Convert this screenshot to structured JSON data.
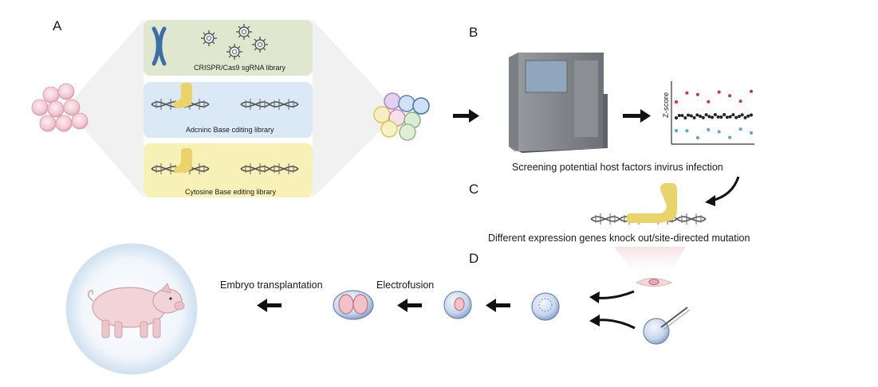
{
  "panels": {
    "a": "A",
    "b": "B",
    "c": "C",
    "d": "D"
  },
  "libraries": {
    "crispr": "CRISPR/Cas9 sgRNA library",
    "adenine": "Adcninc Base cditing library",
    "cytosine": "Cytosine Base editing library"
  },
  "screening": {
    "caption": "Screening potential host factors invirus infection",
    "axis_label": "Z-score"
  },
  "editing": {
    "caption": "Different expression genes knock out/site-directed mutation"
  },
  "pipeline": {
    "electrofusion": "Electrofusion",
    "embryo_transplantation": "Embryo transplantation"
  },
  "colors": {
    "crispr_box": "#dfe8cf",
    "adenine_box": "#dbe8f5",
    "cytosine_box": "#f7f1b8",
    "enzyme": "#ead46a",
    "cell_pink": "#f2c9d3",
    "arrow": "#111111",
    "dot_red": "#c8333f",
    "dot_blue": "#4aa8de"
  },
  "scatter": {
    "red_points": 8,
    "blue_points": 8,
    "black_points": 26
  }
}
